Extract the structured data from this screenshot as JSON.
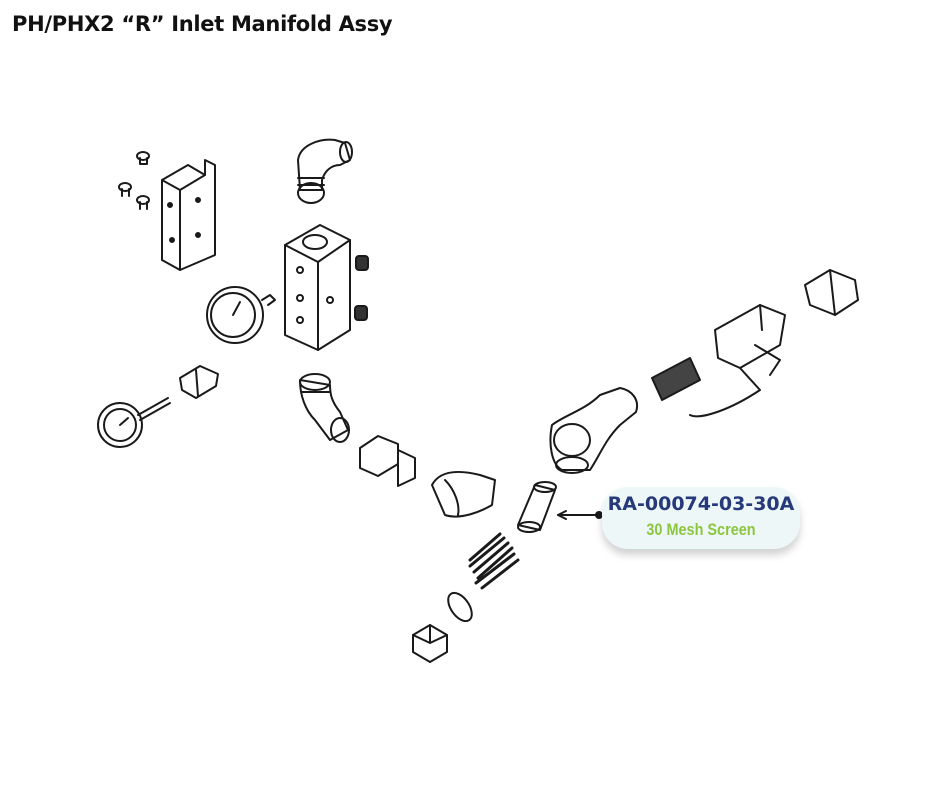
{
  "title": "PH/PHX2 “R” Inlet Manifold Assy",
  "callout": {
    "part_number": "RA-00074-03-30A",
    "description": "30 Mesh Screen",
    "part_number_color": "#26397a",
    "description_color": "#8cc63f"
  }
}
